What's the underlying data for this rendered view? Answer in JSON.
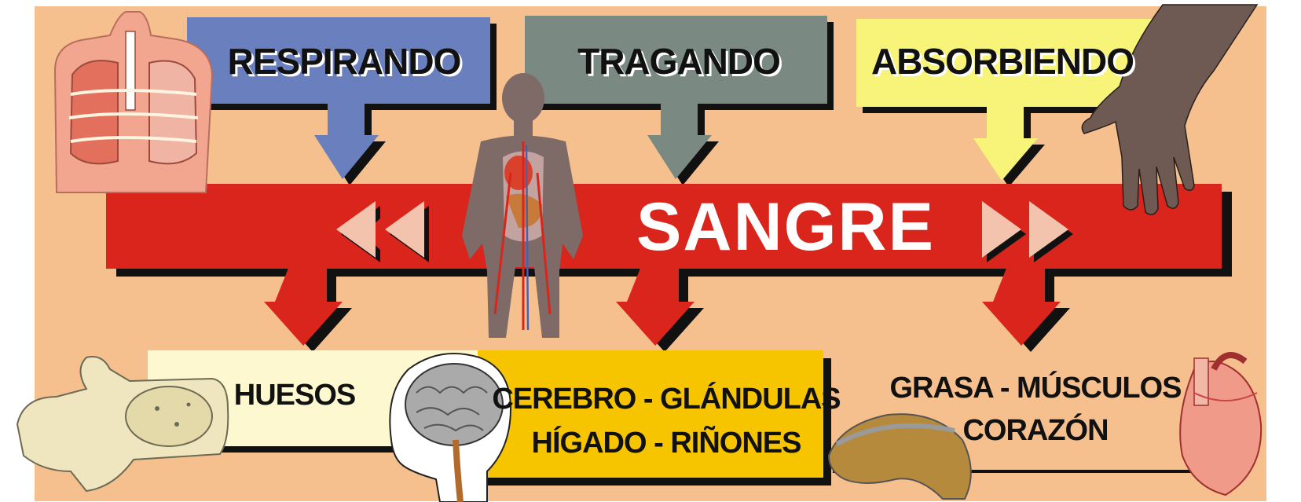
{
  "diagram": {
    "center_label": "SANGRE",
    "inputs": [
      {
        "label": "RESPIRANDO",
        "color": "#6a7fbe"
      },
      {
        "label": "TRAGANDO",
        "color": "#7a8a82"
      },
      {
        "label": "ABSORBIENDO",
        "color": "#f8f47a"
      }
    ],
    "outputs": [
      {
        "lines": [
          "HUESOS"
        ],
        "color": "#fdf8d0"
      },
      {
        "lines": [
          "CEREBRO - GLÁNDULAS",
          "HÍGADO - RIÑONES"
        ],
        "color": "#f7c400"
      },
      {
        "lines": [
          "GRASA - MÚSCULOS",
          "CORAZÓN"
        ],
        "color": "#f5c08e"
      }
    ],
    "colors": {
      "background": "#f5c08e",
      "band": "#d9251c",
      "shadow": "#111111",
      "double_arrow": "#f3c3ad"
    },
    "illustrations": [
      "lungs-torso-icon",
      "human-body-circulatory-icon",
      "hand-icon",
      "vertebra-bone-icon",
      "brain-head-icon",
      "liver-icon",
      "heart-icon"
    ]
  }
}
